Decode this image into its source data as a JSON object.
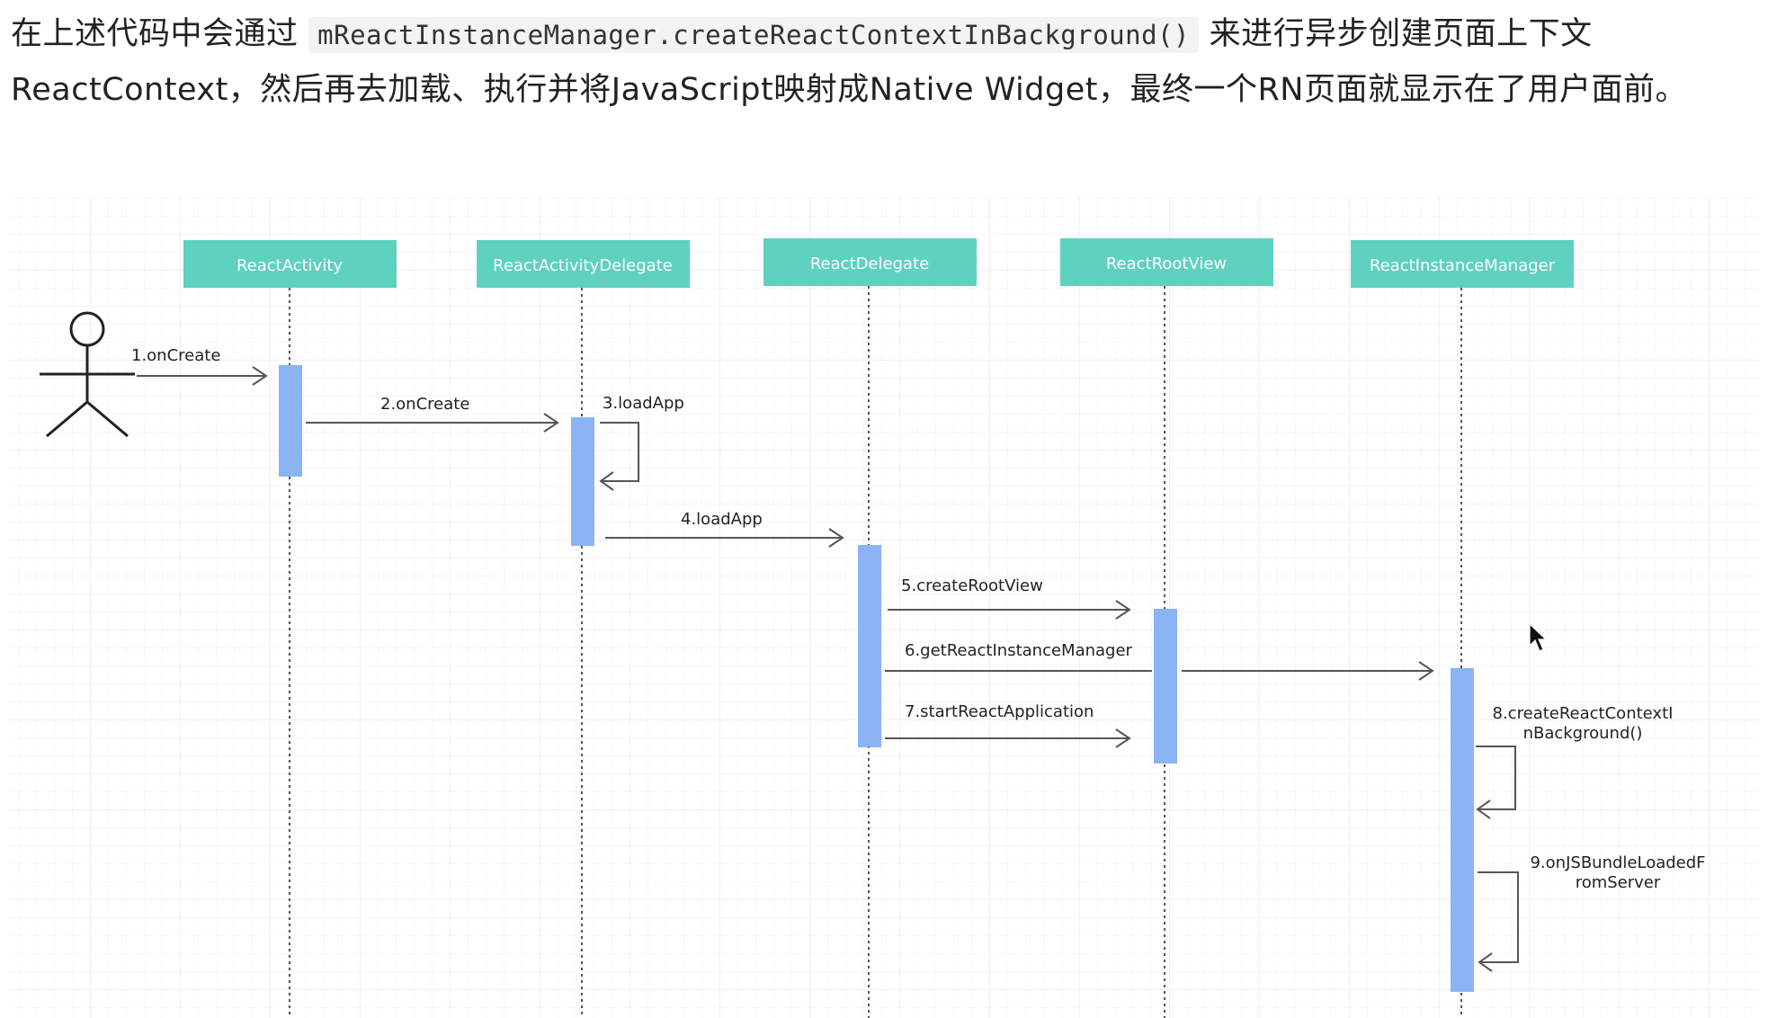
{
  "intro": {
    "text_before": "在上述代码中会通过",
    "code": "mReactInstanceManager.createReactContextInBackground()",
    "text_after": "来进行异步创建页面上下文ReactContext，然后再去加载、执行并将JavaScript映射成Native Widget，最终一个RN页面就显示在了用户面前。"
  },
  "diagram": {
    "colors": {
      "header_fill": "#5fd1bf",
      "activation_fill": "#8ab4f3",
      "line": "#555555",
      "grid": "#ececec"
    },
    "participants": [
      {
        "name": "ReactActivity"
      },
      {
        "name": "ReactActivityDelegate"
      },
      {
        "name": "ReactDelegate"
      },
      {
        "name": "ReactRootView"
      },
      {
        "name": "ReactInstanceManager"
      }
    ],
    "actor": {
      "icon": "stick-figure-actor-icon"
    },
    "messages": [
      {
        "label": "1.onCreate",
        "from": "actor",
        "to": "ReactActivity"
      },
      {
        "label": "2.onCreate",
        "from": "ReactActivity",
        "to": "ReactActivityDelegate"
      },
      {
        "label": "3.loadApp",
        "from": "ReactActivityDelegate",
        "to": "ReactActivityDelegate",
        "self": true
      },
      {
        "label": "4.loadApp",
        "from": "ReactActivityDelegate",
        "to": "ReactDelegate"
      },
      {
        "label": "5.createRootView",
        "from": "ReactDelegate",
        "to": "ReactRootView"
      },
      {
        "label": "6.getReactInstanceManager",
        "from": "ReactDelegate",
        "to": "ReactInstanceManager"
      },
      {
        "label": "7.startReactApplication",
        "from": "ReactDelegate",
        "to": "ReactRootView"
      },
      {
        "label_lines": [
          "8.createReactContextI",
          "nBackground()"
        ],
        "from": "ReactInstanceManager",
        "to": "ReactInstanceManager",
        "self": true
      },
      {
        "label_lines": [
          "9.onJSBundleLoadedF",
          "romServer"
        ],
        "from": "ReactInstanceManager",
        "to": "ReactInstanceManager",
        "self": true
      }
    ]
  }
}
